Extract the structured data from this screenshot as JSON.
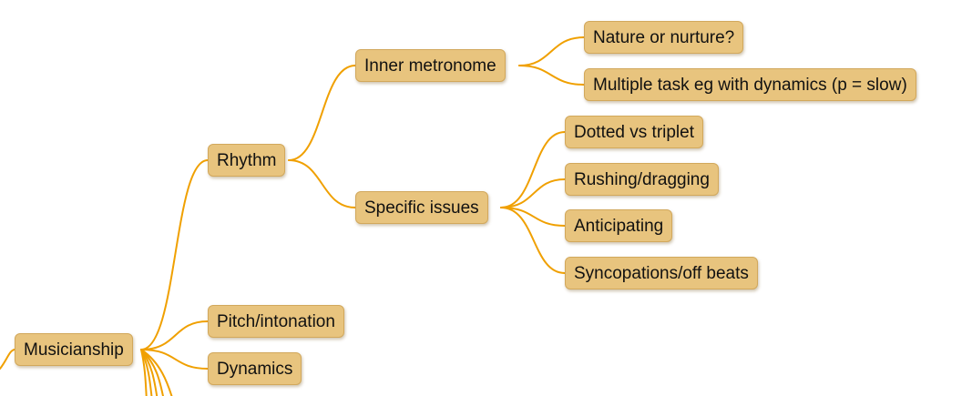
{
  "colors": {
    "node_fill": "#e8c47e",
    "edge": "#f0a000"
  },
  "nodes": {
    "musicianship": "Musicianship",
    "rhythm": "Rhythm",
    "pitch": "Pitch/intonation",
    "dynamics": "Dynamics",
    "inner_metronome": "Inner metronome",
    "specific_issues": "Specific issues",
    "nature": "Nature or nurture?",
    "multiple_task": "Multiple task eg with dynamics (p = slow)",
    "dotted": "Dotted vs triplet",
    "rushing": "Rushing/dragging",
    "anticipating": "Anticipating",
    "syncopations": "Syncopations/off beats"
  }
}
